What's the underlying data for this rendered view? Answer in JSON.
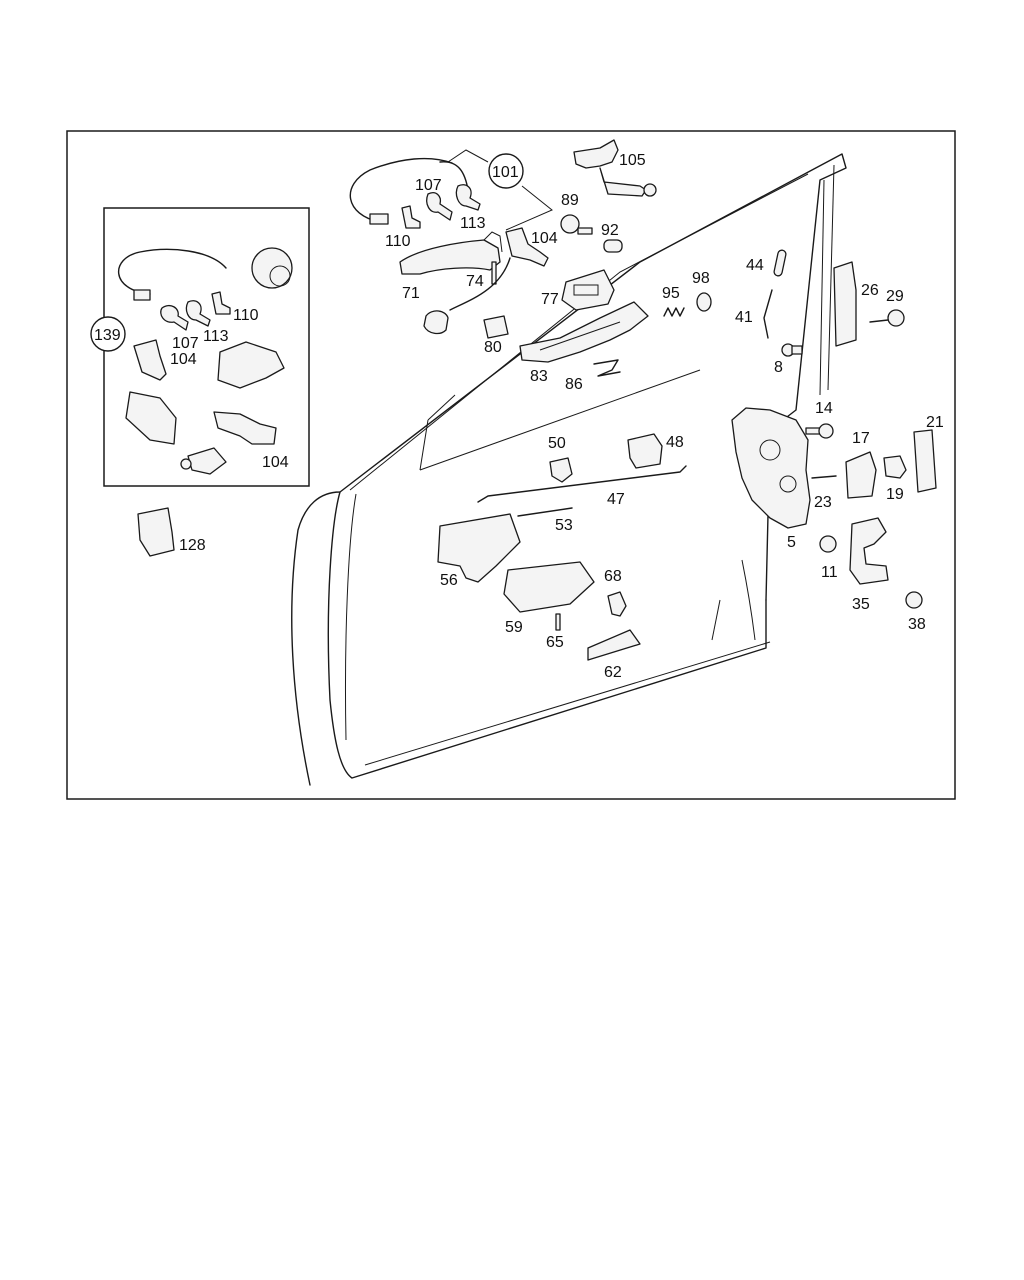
{
  "callouts": {
    "c101": "101",
    "c105": "105",
    "c107a": "107",
    "c113a": "113",
    "c110a": "110",
    "c104a": "104",
    "c71": "71",
    "c74": "74",
    "c89": "89",
    "c92": "92",
    "c77": "77",
    "c80": "80",
    "c83": "83",
    "c86": "86",
    "c95": "95",
    "c98": "98",
    "c44": "44",
    "c41": "41",
    "c8": "8",
    "c26": "26",
    "c29": "29",
    "c14": "14",
    "c17": "17",
    "c21": "21",
    "c19": "19",
    "c23": "23",
    "c5": "5",
    "c11": "11",
    "c35": "35",
    "c38": "38",
    "c50": "50",
    "c48": "48",
    "c47": "47",
    "c53": "53",
    "c56": "56",
    "c59": "59",
    "c65": "65",
    "c68": "68",
    "c62": "62",
    "c128": "128",
    "c139": "139",
    "c107b": "107",
    "c113b": "113",
    "c110b": "110",
    "c104b": "104",
    "c104c": "104"
  }
}
